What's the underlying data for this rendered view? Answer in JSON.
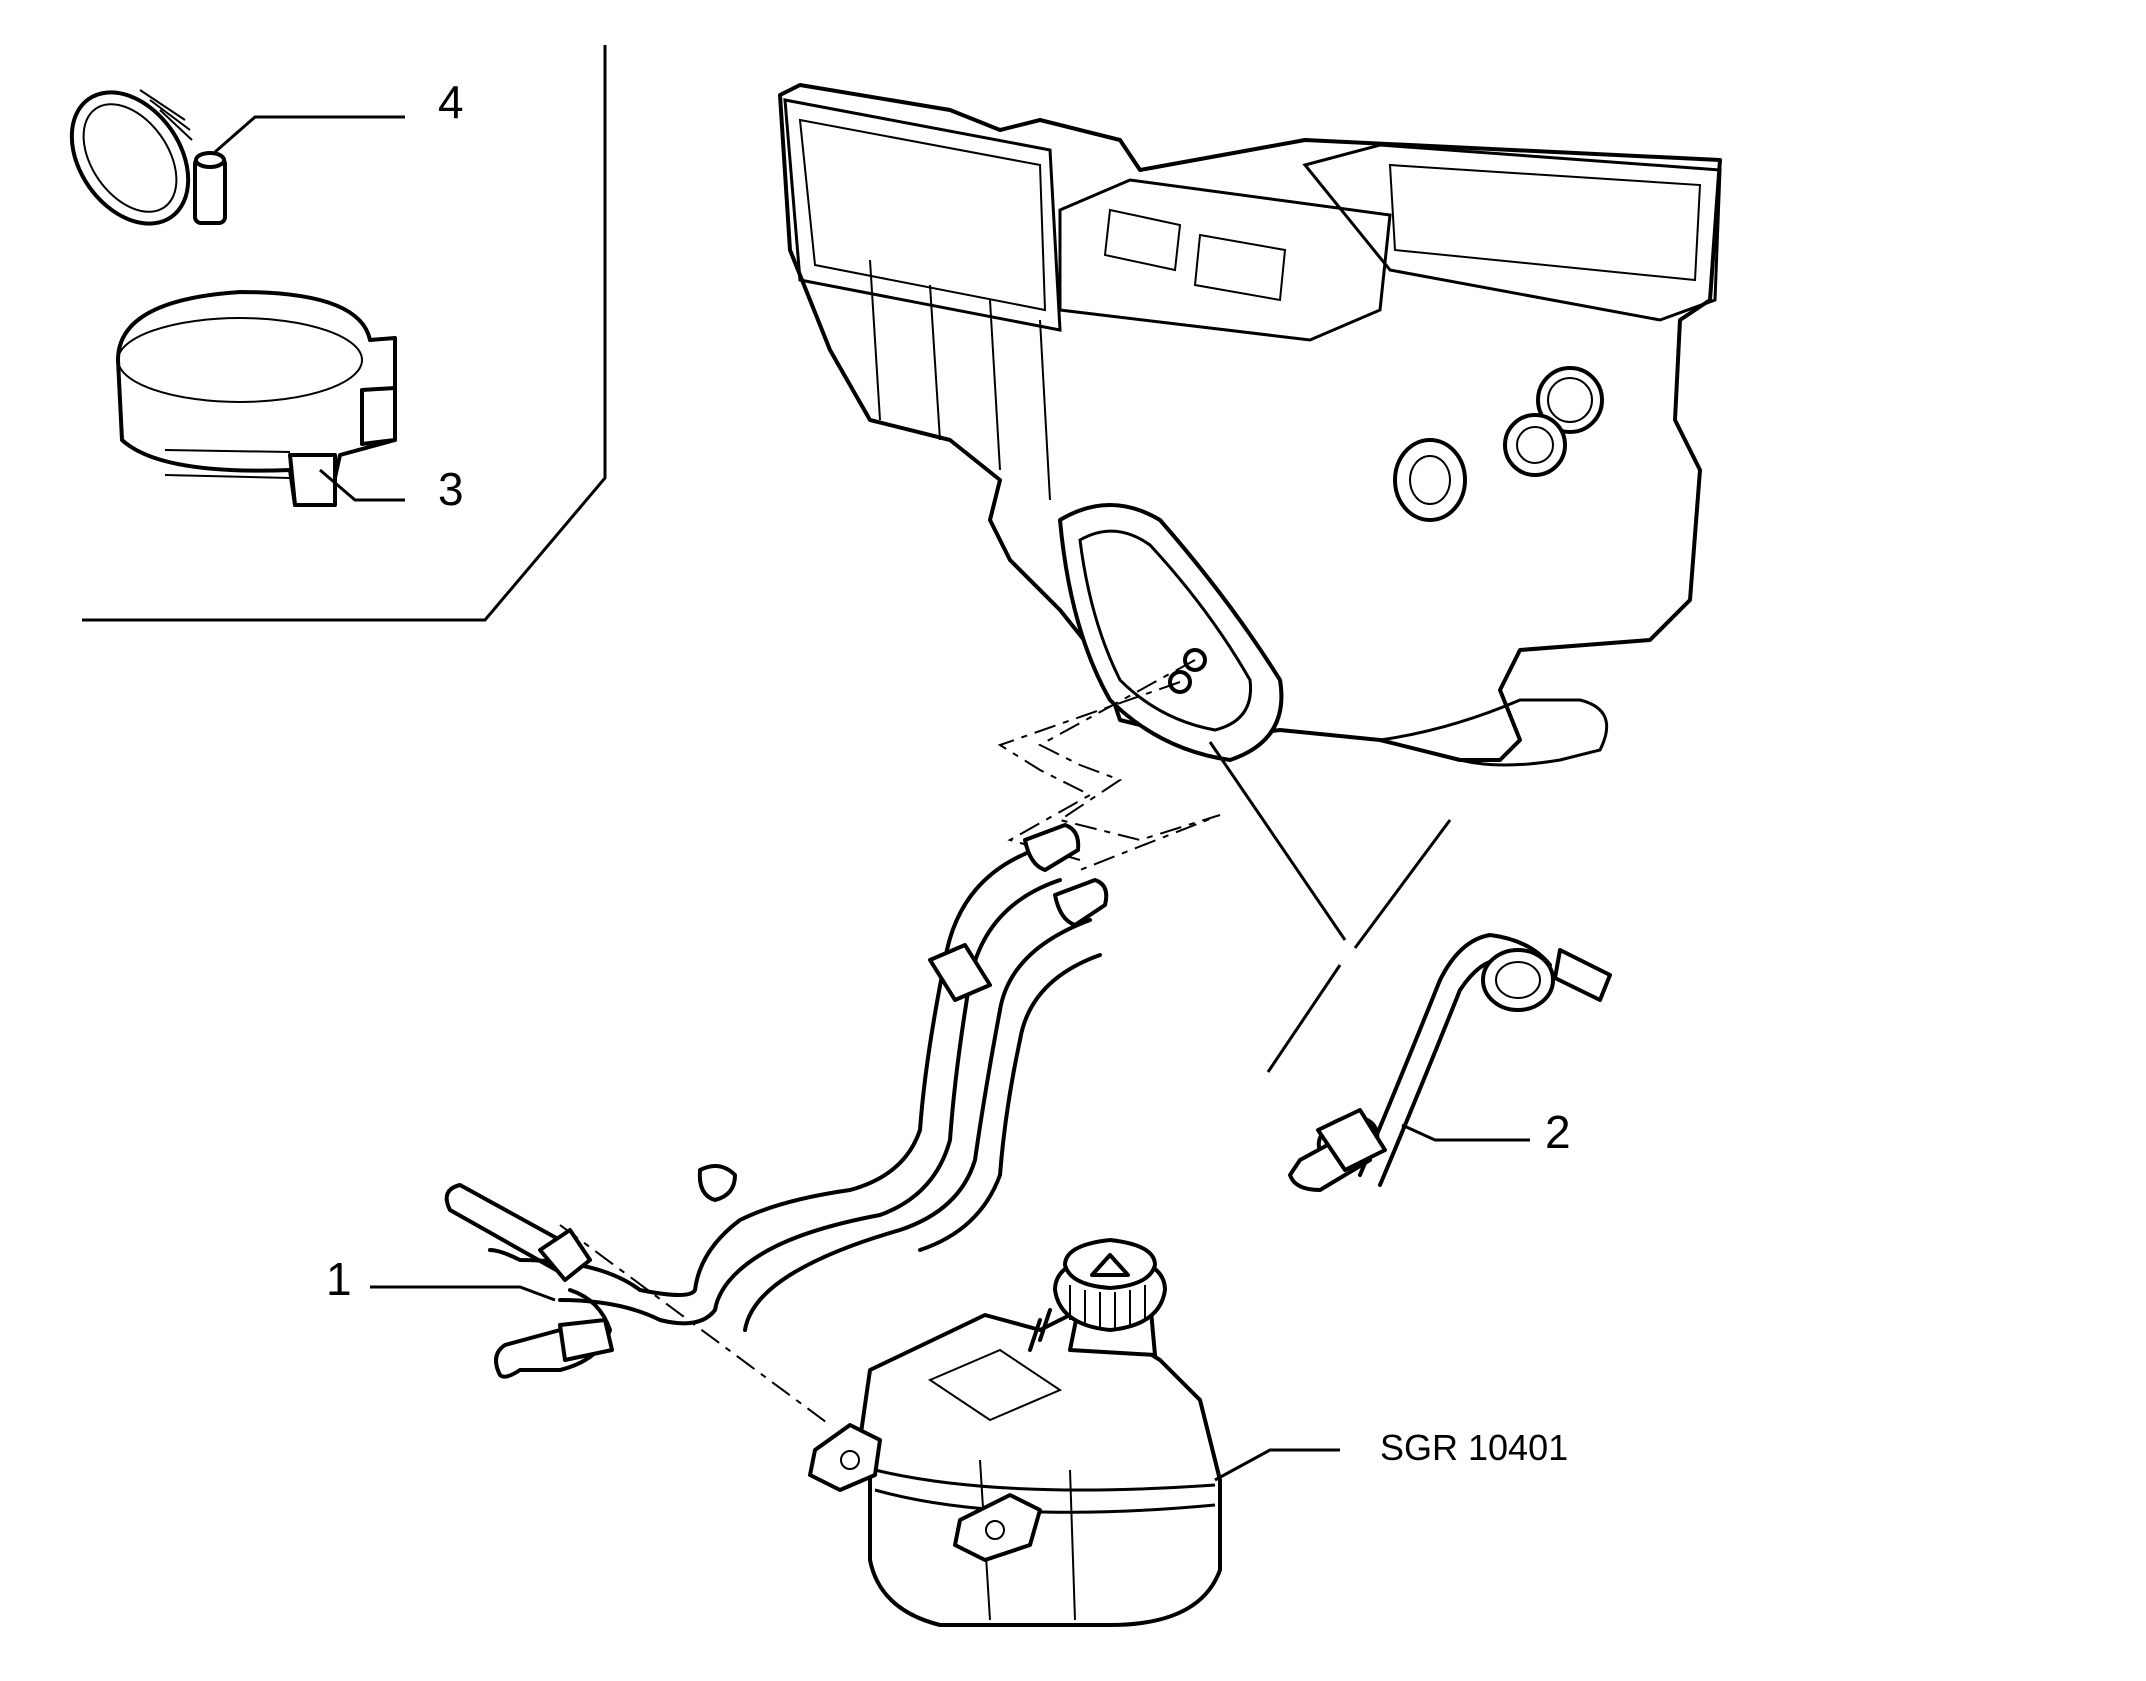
{
  "callouts": {
    "c1": "1",
    "c2": "2",
    "c3": "3",
    "c4": "4",
    "ref_code": "SGR 10401"
  },
  "colors": {
    "line": "#000000",
    "background": "#ffffff"
  }
}
